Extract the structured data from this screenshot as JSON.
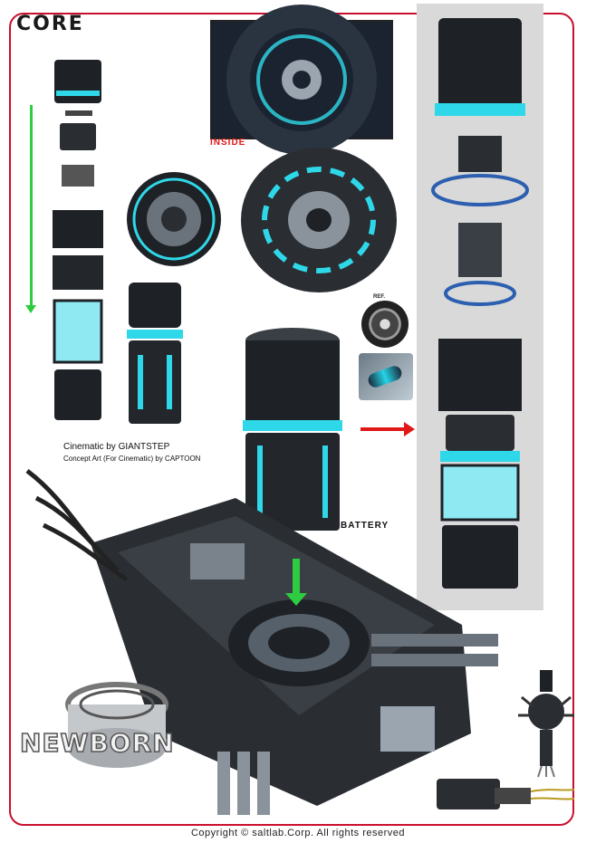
{
  "sheet": {
    "title": "CORE",
    "inside_label": "INSIDE",
    "ref_label": "REF.",
    "credit_cinematic": "Cinematic  by GIANTSTEP",
    "credit_concept": "Concept Art (For Cinematic) by CAPTOON",
    "battery_label": "BATTERY",
    "logo_text": "NEWBORN",
    "copyright": "Copyright © saltlab.Corp. All rights reserved"
  },
  "colors": {
    "frame": "#c8102e",
    "label_red": "#e01818",
    "arrow_green": "#2ecc40",
    "glow_cyan": "#2fd8e8",
    "metal_dark": "#1e2226",
    "panel_gray": "#d9d9d9"
  }
}
